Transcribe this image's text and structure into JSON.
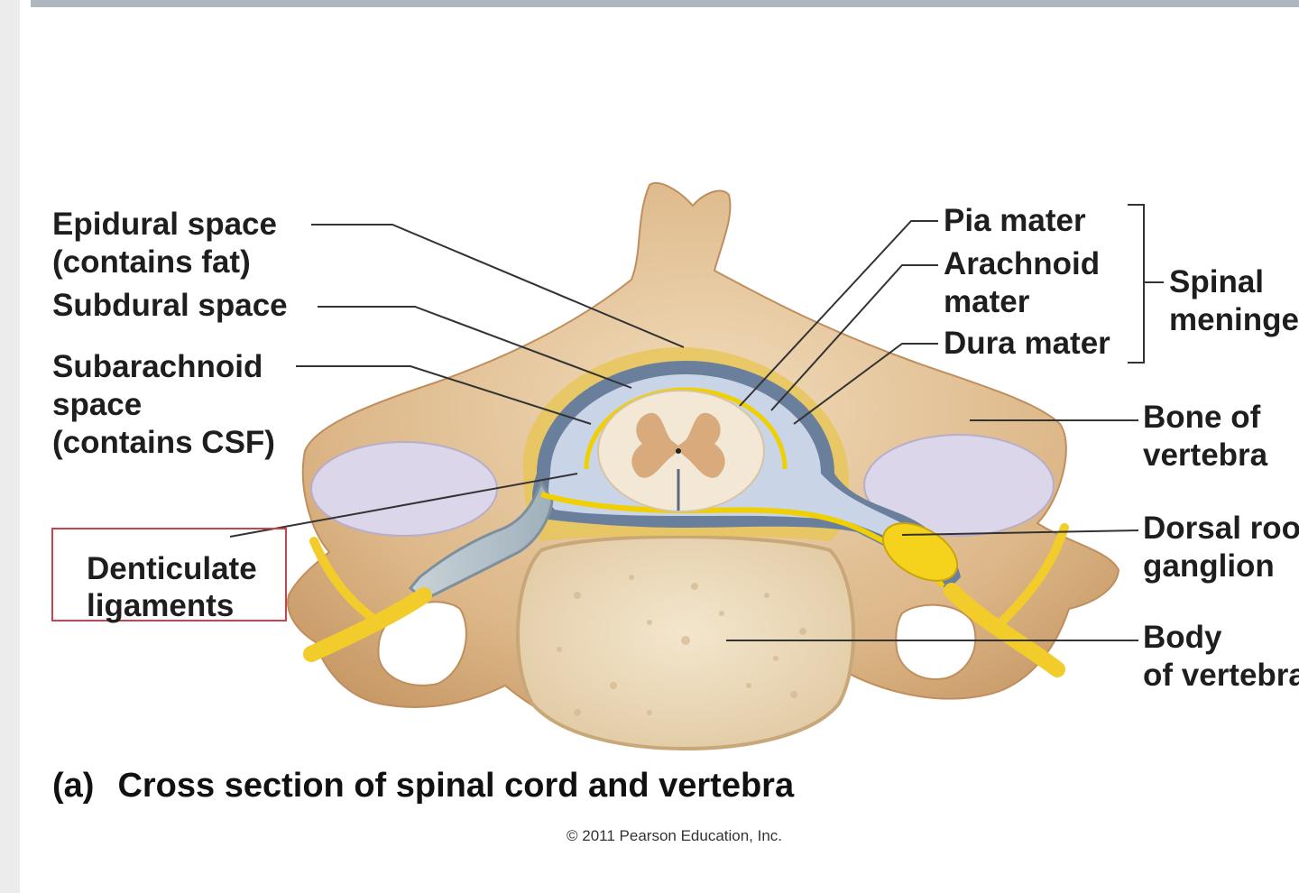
{
  "caption": {
    "part": "(a)",
    "title": "Cross section of spinal cord and vertebra"
  },
  "copyright": "© 2011 Pearson Education, Inc.",
  "labels": {
    "epidural": [
      "Epidural space",
      "(contains fat)"
    ],
    "subdural": [
      "Subdural space"
    ],
    "subarachnoid": [
      "Subarachnoid",
      "space",
      "(contains CSF)"
    ],
    "denticulate": [
      "Denticulate",
      "ligaments"
    ],
    "pia": [
      "Pia mater"
    ],
    "arachnoid": [
      "Arachnoid",
      "mater"
    ],
    "dura": [
      "Dura mater"
    ],
    "meninges": [
      "Spinal",
      "meninges"
    ],
    "bone": [
      "Bone of",
      "vertebra"
    ],
    "ganglion": [
      "Dorsal root",
      "ganglion"
    ],
    "body": [
      "Body",
      "of vertebra"
    ]
  },
  "colors": {
    "bone": "#d9b284",
    "bone_light": "#eed6b3",
    "vertebral_body": "#efe0c4",
    "fat": "#e8c65a",
    "dura": "#6a7f9c",
    "subarachnoid": "#c9d4e6",
    "pia": "#f0d000",
    "nerve": "#f2cc2a",
    "gray_matter": "#d9ab7c",
    "white_matter": "#f3e7d6",
    "foramen": "#dcd6ea",
    "highlight_box": "#c9434a"
  }
}
